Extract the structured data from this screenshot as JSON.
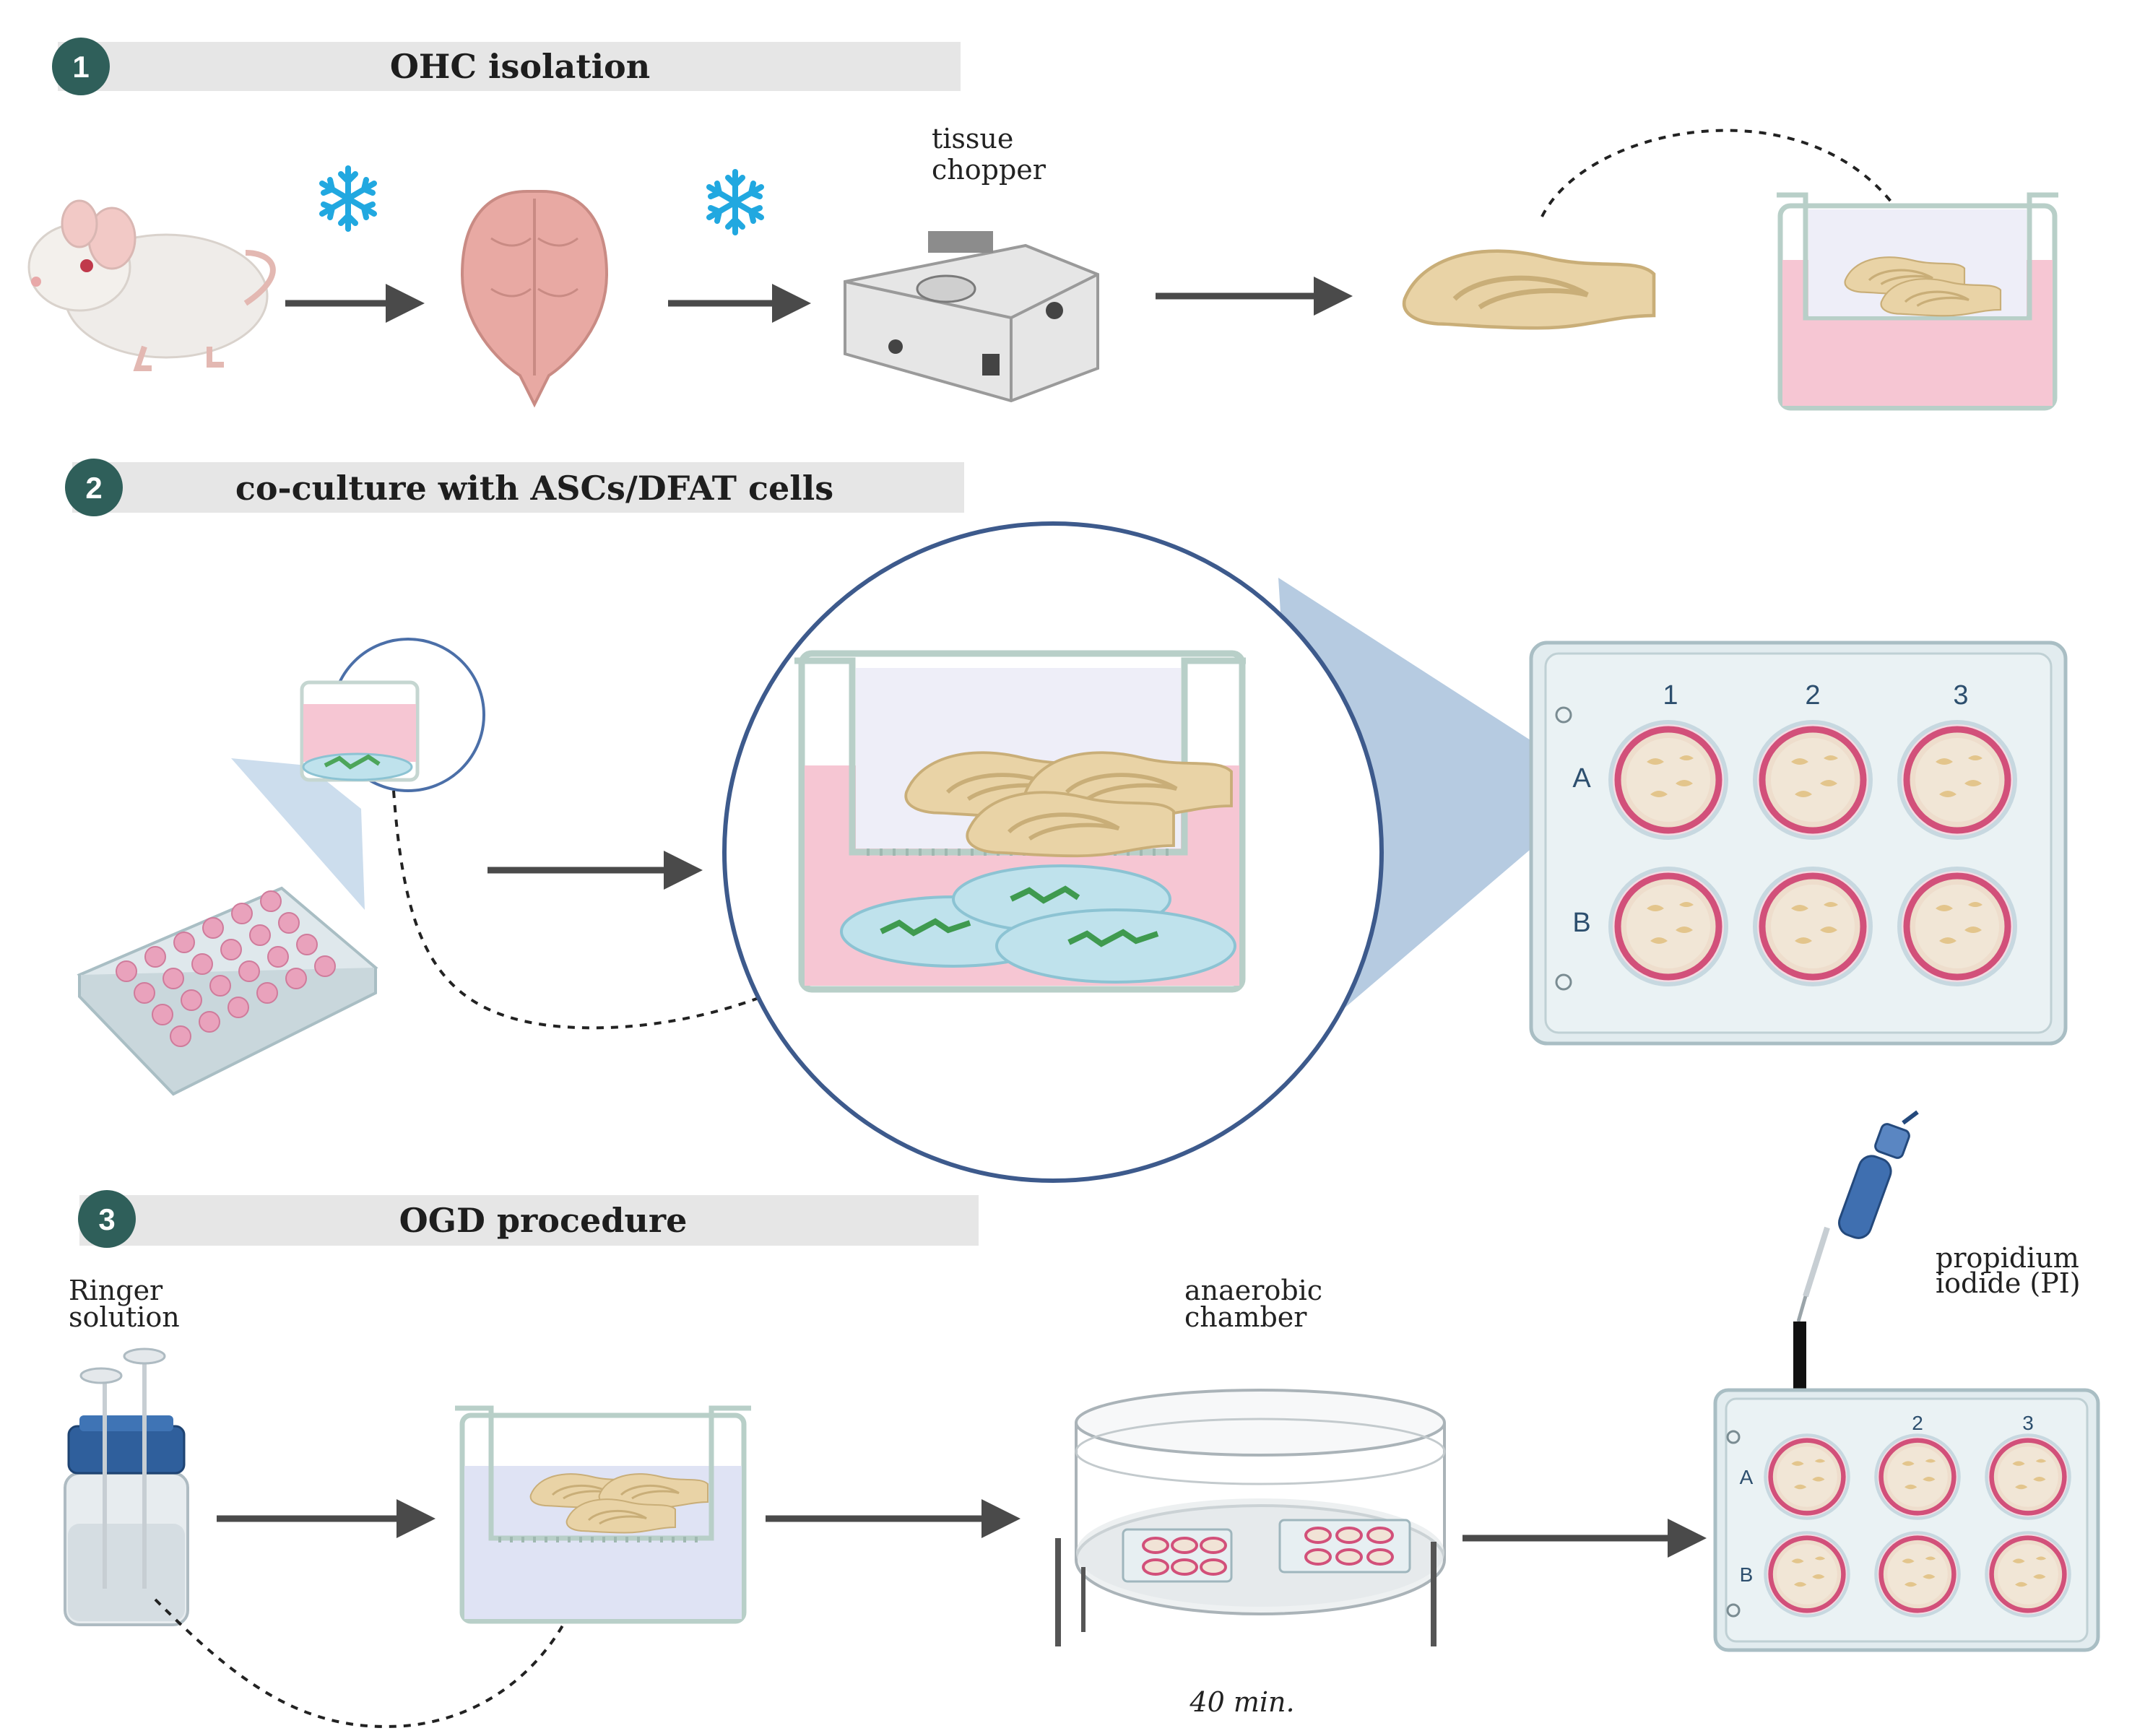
{
  "steps": [
    {
      "number": "1",
      "title": "OHC isolation"
    },
    {
      "number": "2",
      "title": "co-culture with ASCs/DFAT cells"
    },
    {
      "number": "3",
      "title": "OGD procedure"
    }
  ],
  "labels": {
    "tissue_chopper_line1": "tissue",
    "tissue_chopper_line2": "chopper",
    "ringer_line1": "Ringer",
    "ringer_line2": "solution",
    "anaerobic_line1": "anaerobic",
    "anaerobic_line2": "chamber",
    "pi_line1": "propidium",
    "pi_line2": "iodide (PI)",
    "duration": "40 min."
  },
  "plate_large": {
    "columns": [
      "1",
      "2",
      "3"
    ],
    "rows": [
      "A",
      "B"
    ]
  },
  "plate_small": {
    "columns": [
      "2",
      "3"
    ],
    "rows": [
      "A",
      "B"
    ]
  },
  "colors": {
    "header_badge": "#2f5f5a",
    "medium_pink": "#f6c6d3",
    "ringer_blue": "#dfe3f4",
    "tissue": "#e9d3a6",
    "snowflake": "#21a8e0",
    "magnifier_border": "#3d5a8c"
  },
  "icons": [
    "mouse-icon",
    "snowflake-icon",
    "brain-icon",
    "tissue-chopper-icon",
    "hippocampal-slice-icon",
    "culture-insert-icon",
    "well-plate-icon",
    "pipette-icon",
    "ringer-bottle-icon",
    "anaerobic-chamber-icon"
  ]
}
